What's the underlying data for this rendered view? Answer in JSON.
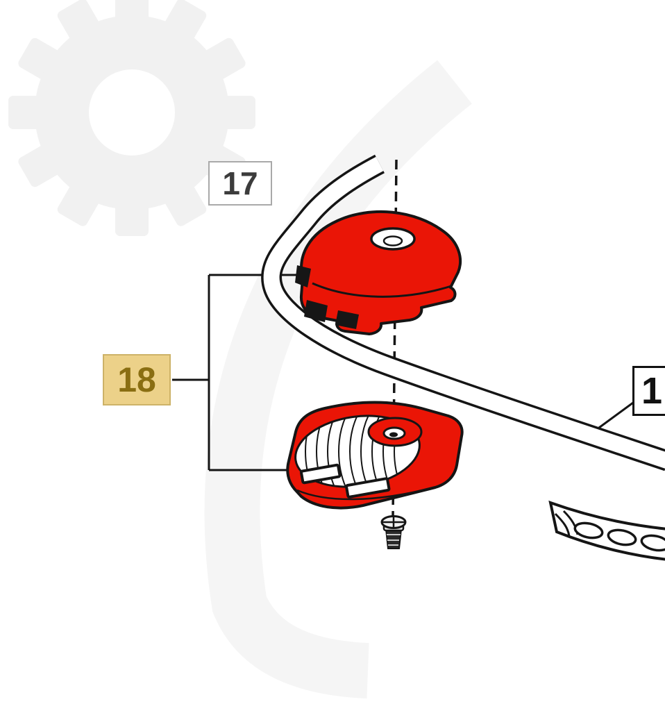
{
  "diagram": {
    "callouts": [
      {
        "id": "17",
        "text": "17",
        "highlighted": false
      },
      {
        "id": "18",
        "text": "18",
        "highlighted": true
      },
      {
        "id": "1",
        "text": "1",
        "highlighted": false
      }
    ],
    "parts": [
      {
        "name": "upper-handlebar-clamp",
        "highlighted": true
      },
      {
        "name": "lower-handlebar-clamp",
        "highlighted": true
      },
      {
        "name": "handlebar-tube",
        "highlighted": false
      },
      {
        "name": "screw",
        "highlighted": false
      },
      {
        "name": "slotted-housing",
        "highlighted": false
      }
    ],
    "colors": {
      "part_highlight": "#ea1506",
      "outline": "#151515",
      "callout_highlight_bg": "#ecd189",
      "callout_highlight_text": "#8a6e12",
      "callout_default_text": "#3c3c3c",
      "watermark": "#f1f1f1",
      "watermark_light": "#f5f5f5"
    }
  }
}
